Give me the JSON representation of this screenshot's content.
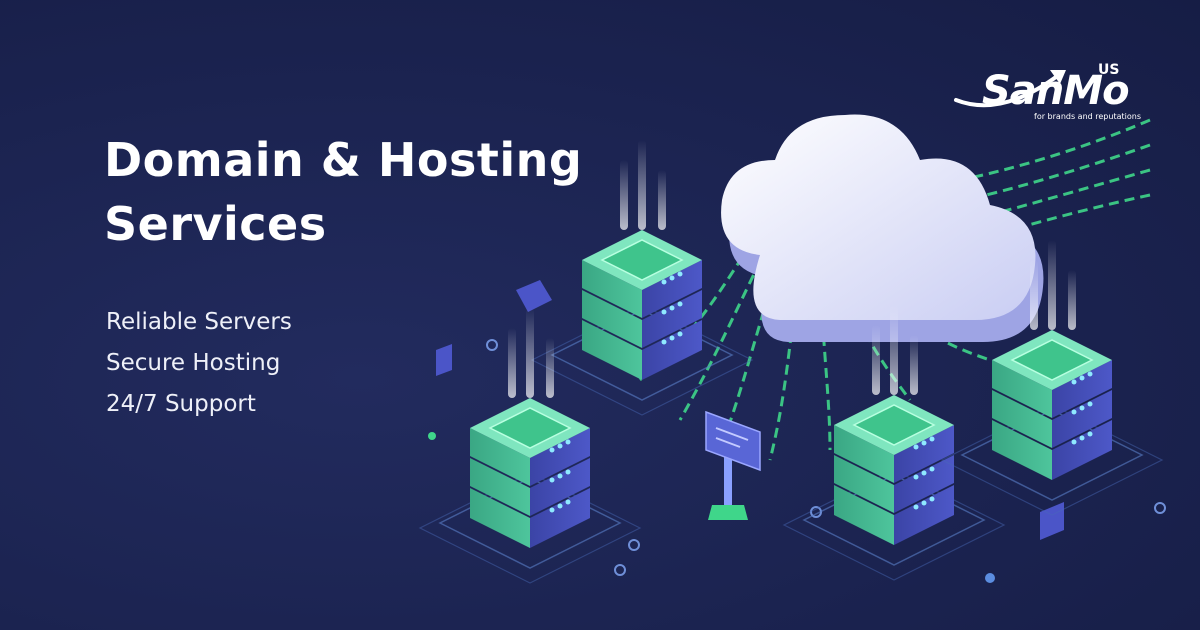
{
  "banner": {
    "title_line1": "Domain & Hosting",
    "title_line2": "Services",
    "features": [
      "Reliable Servers",
      "Secure Hosting",
      "24/7 Support"
    ]
  },
  "logo": {
    "wordmark": "SanMo",
    "superscript": "US",
    "tagline": "for brands and reputations"
  },
  "colors": {
    "background": "#1b2350",
    "accent_green": "#3fd68a",
    "server_teal": "#5fc7a6",
    "server_purple": "#4a4fb8",
    "cloud": "#eef1ff"
  },
  "illustration": {
    "icons": [
      "cloud-icon",
      "server-rack-icon",
      "data-stream-icon",
      "server-rack-icon",
      "server-rack-icon",
      "server-rack-icon",
      "monitor-stand-icon"
    ]
  }
}
